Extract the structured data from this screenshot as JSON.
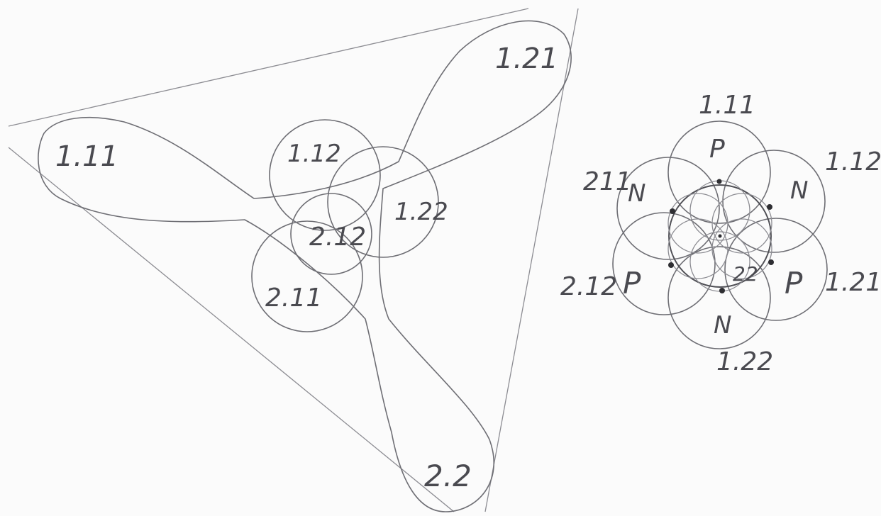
{
  "colors": {
    "paper": "#fbfbfb",
    "pencil": "#6e6e74",
    "pencil_dark": "#4e4e54",
    "dot": "#2e2e32"
  },
  "left_figure": {
    "lobes": {
      "top_right": "1.21",
      "left": "1.11",
      "bottom": "2.2"
    },
    "circles": {
      "top": "1.12",
      "right": "1.22",
      "center": "2.12",
      "lower_left": "2.11"
    }
  },
  "right_figure": {
    "outer_labels": {
      "top": "1.11",
      "upper_right": "1.12",
      "upper_left": "211",
      "lower_right": "1.21",
      "lower_left": "2.12",
      "bottom": "1.22"
    },
    "circle_letters": {
      "top": "P",
      "upper_right": "N",
      "upper_left": "N",
      "lower_left": "P",
      "lower_right": "P",
      "bottom": "N"
    },
    "center_label": "22"
  }
}
